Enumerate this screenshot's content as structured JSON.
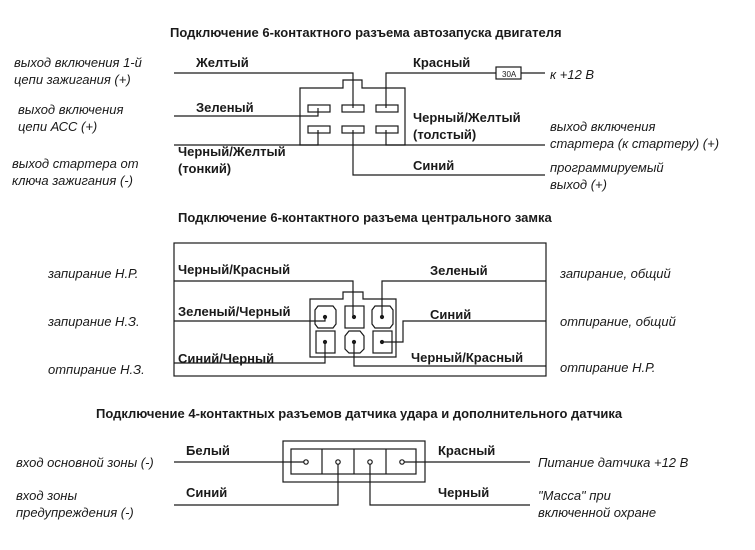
{
  "ignition_connector": {
    "title": "Подключение 6-контактного разъема автозапуска двигателя",
    "wires": {
      "yellow": "Желтый",
      "green": "Зеленый",
      "black_yellow_thin": "Черный/Желтый\n(тонкий)",
      "red": "Красный",
      "black_yellow_thick": "Черный/Желтый\n(толстый)",
      "blue": "Синий"
    },
    "fuse": "30A",
    "descriptions": {
      "ignition1": "выход включения 1-й\nцепи зажигания (+)",
      "acc": "выход включения\nцепи АСС (+)",
      "starter_key": "выход стартера от\nключа зажигания (-)",
      "plus12": "к +12 В",
      "starter_out": "выход включения\nстартера (к стартеру) (+)",
      "prog_out": "программируемый\nвыход (+)"
    }
  },
  "central_lock_connector": {
    "title": "Подключение 6-контактного разъема центрального замка",
    "wires": {
      "black_red_left": "Черный/Красный",
      "green_black": "Зеленый/Черный",
      "blue_black": "Синий/Черный",
      "green": "Зеленый",
      "blue": "Синий",
      "black_red_right": "Черный/Красный"
    },
    "descriptions": {
      "lock_no": "запирание Н.Р.",
      "lock_nc": "запирание Н.З.",
      "unlock_nc": "отпирание Н.З.",
      "lock_common": "запирание, общий",
      "unlock_common": "отпирание, общий",
      "unlock_no": "отпирание Н.Р."
    }
  },
  "sensor_connector": {
    "title": "Подключение 4-контактных разъемов датчика удара и дополнительного датчика",
    "wires": {
      "white": "Белый",
      "blue": "Синий",
      "red": "Красный",
      "black": "Черный"
    },
    "descriptions": {
      "main_zone": "вход основной зоны (-)",
      "warning_zone": "вход зоны\nпредупреждения (-)",
      "power": "Питание датчика +12 В",
      "ground": "\"Масса\" при\nвключенной охране"
    }
  }
}
